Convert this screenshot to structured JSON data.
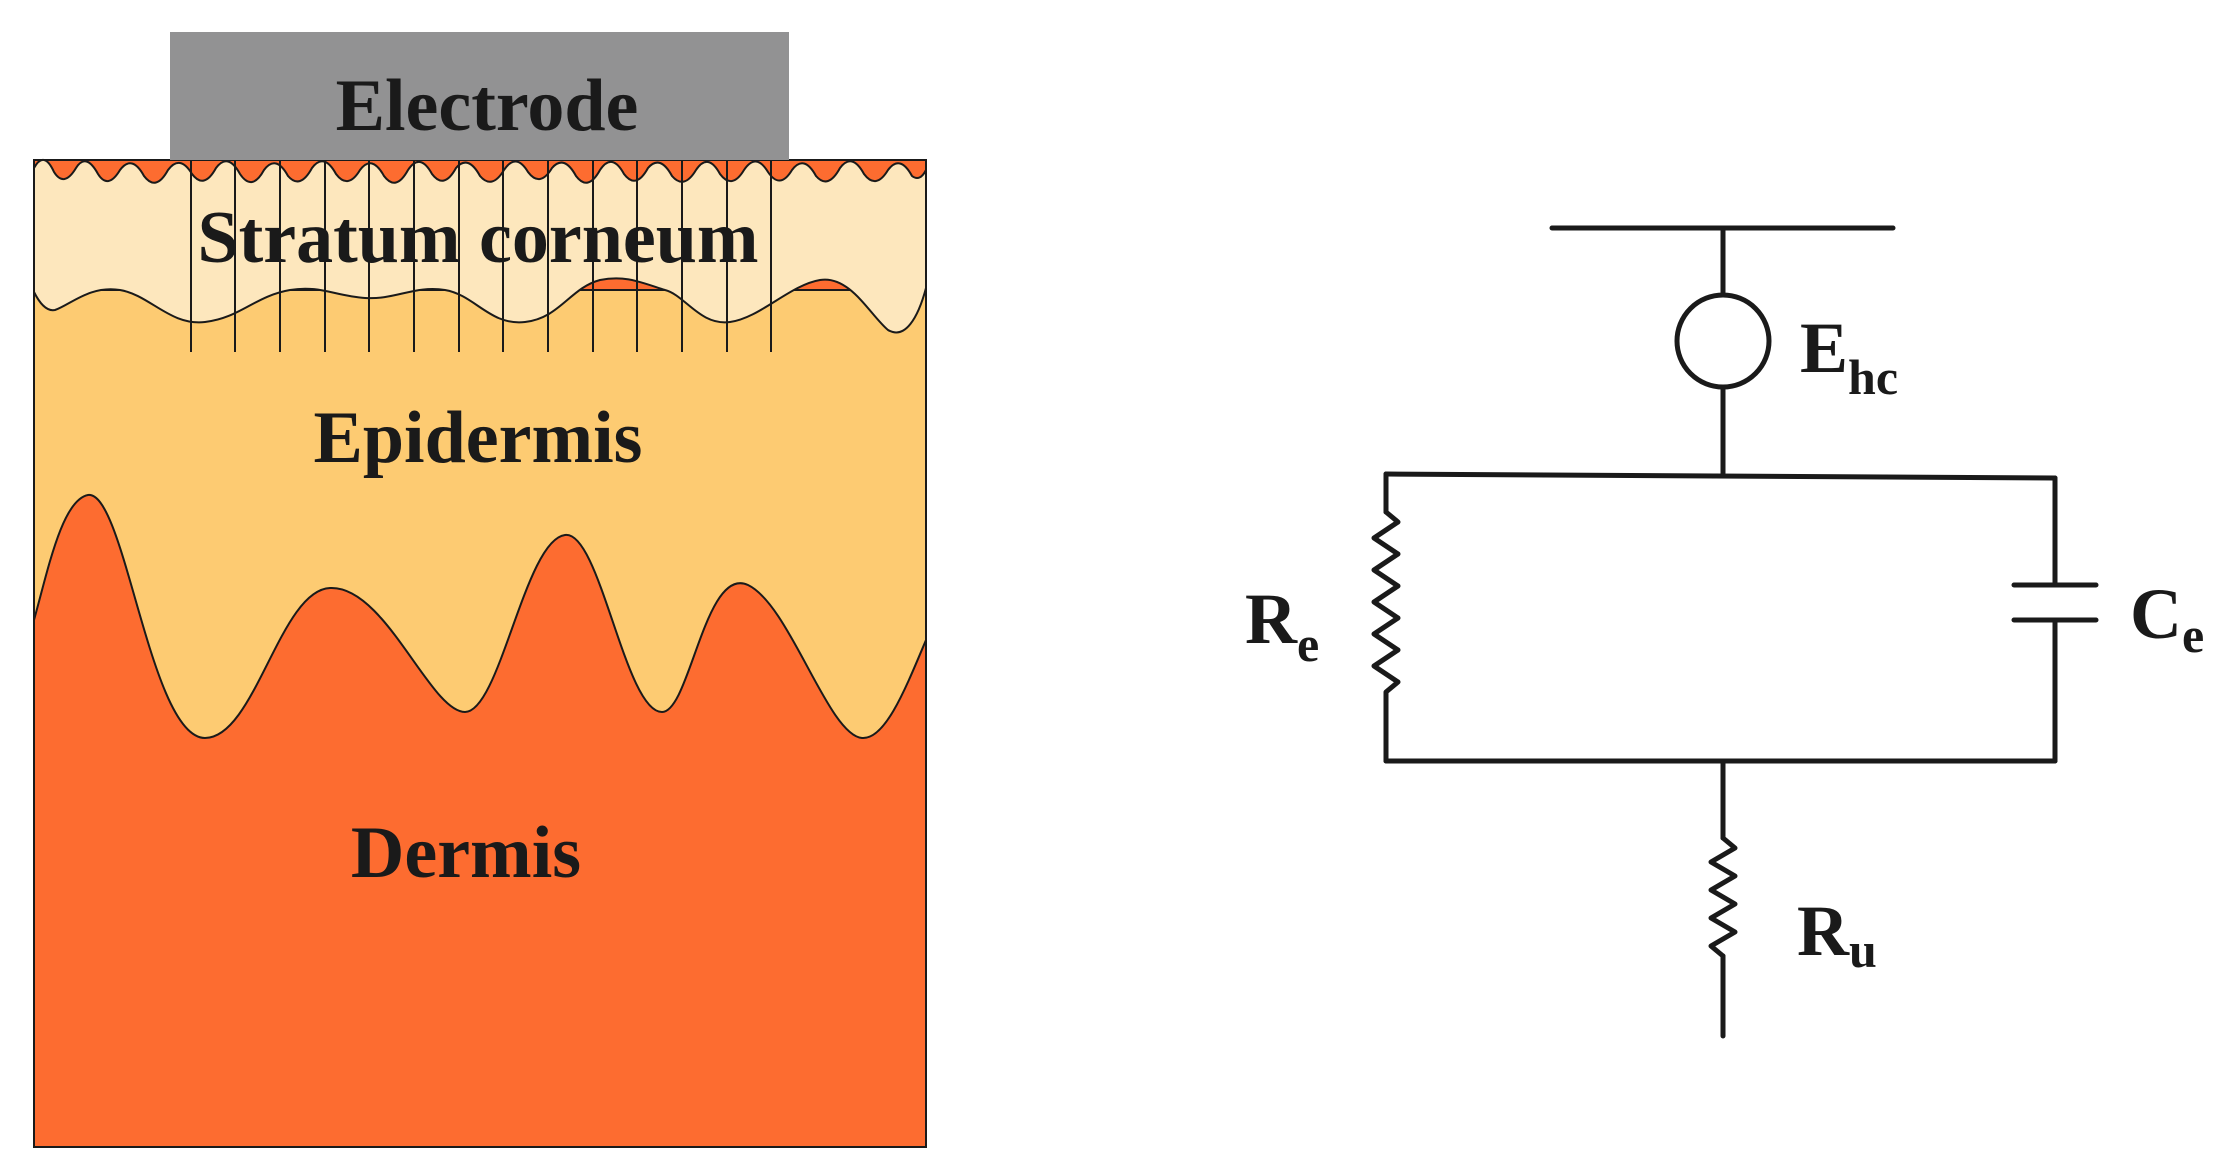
{
  "skin_layers": {
    "electrode": {
      "label": "Electrode",
      "color": "#929293"
    },
    "stratum_corneum": {
      "label": "Stratum corneum",
      "color": "#fde7bd"
    },
    "epidermis": {
      "label": "Epidermis",
      "color": "#fdcb72"
    },
    "dermis": {
      "label": "Dermis",
      "color": "#fd6c30"
    }
  },
  "circuit": {
    "half_cell_potential": {
      "symbol": "E",
      "subscript": "hc"
    },
    "electrode_resistance": {
      "symbol": "R",
      "subscript": "e"
    },
    "electrode_capacitance": {
      "symbol": "C",
      "subscript": "e"
    },
    "underlying_resistance": {
      "symbol": "R",
      "subscript": "u"
    }
  }
}
